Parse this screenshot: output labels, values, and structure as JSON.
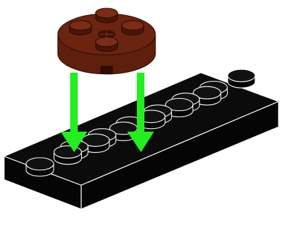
{
  "scene": {
    "subject": "lego-build-step",
    "colors": {
      "background": "#ffffff",
      "round_piece": "#6b2410",
      "round_piece_dark": "#4a1607",
      "round_piece_light": "#7a2c16",
      "plate": "#0a0a0a",
      "plate_outline": "#ffffff",
      "arrow": "#22ee22"
    },
    "round_piece": {
      "name": "brown-round-plate",
      "studs": 5
    },
    "plate": {
      "name": "black-technic-plate",
      "studs_total": 14
    },
    "arrows": [
      {
        "name": "placement-arrow-left"
      },
      {
        "name": "placement-arrow-right"
      }
    ]
  }
}
